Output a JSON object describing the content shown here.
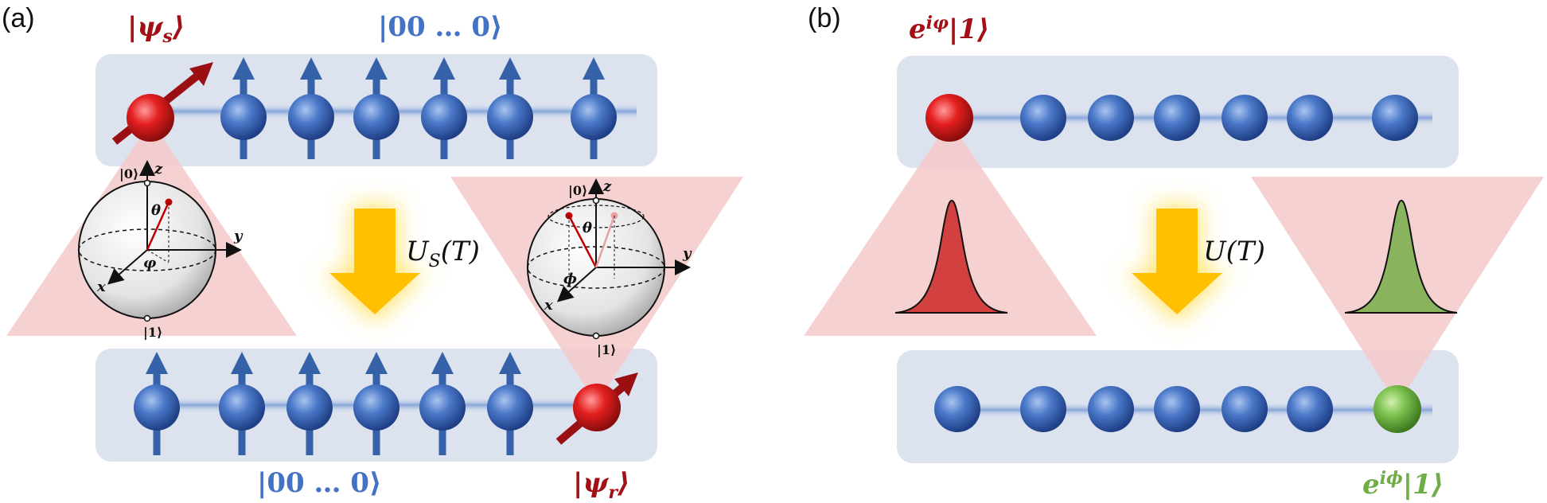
{
  "panel_a": {
    "label": "(a)",
    "top_left_ket": "|ψ",
    "top_left_sub": "s",
    "top_center_ket": "|00 … 0⟩",
    "bottom_center_ket": "|00 … 0⟩",
    "bottom_right_ket": "|ψ",
    "bottom_right_sub": "r",
    "evolution_op": "U",
    "evolution_sub": "S",
    "evolution_arg": "(T)",
    "bloch_left": {
      "ket0": "|0⟩",
      "ket1": "|1⟩",
      "theta": "θ",
      "phi": "φ",
      "x": "x",
      "y": "y",
      "z": "z"
    },
    "bloch_right": {
      "ket0": "|0⟩",
      "ket1": "|1⟩",
      "theta": "θ",
      "phi": "ϕ",
      "x": "x",
      "y": "y",
      "z": "z"
    }
  },
  "panel_b": {
    "label": "(b)",
    "top_left_ket": "e",
    "top_left_sup": "iφ",
    "top_left_tail": "|1⟩",
    "bottom_right_ket": "e",
    "bottom_right_sup": "iϕ",
    "bottom_right_tail": "|1⟩",
    "evolution_op": "U",
    "evolution_arg": "(T)"
  },
  "colors": {
    "red": "#a30f14",
    "blue": "#4472c4",
    "green": "#70ad47",
    "band": "#dce3ef",
    "triangle": "#f4c9c9",
    "arrow": "#ffc000"
  },
  "icons": [
    "spin-up-arrow",
    "bloch-sphere",
    "evolution-arrow",
    "wave-packet"
  ]
}
